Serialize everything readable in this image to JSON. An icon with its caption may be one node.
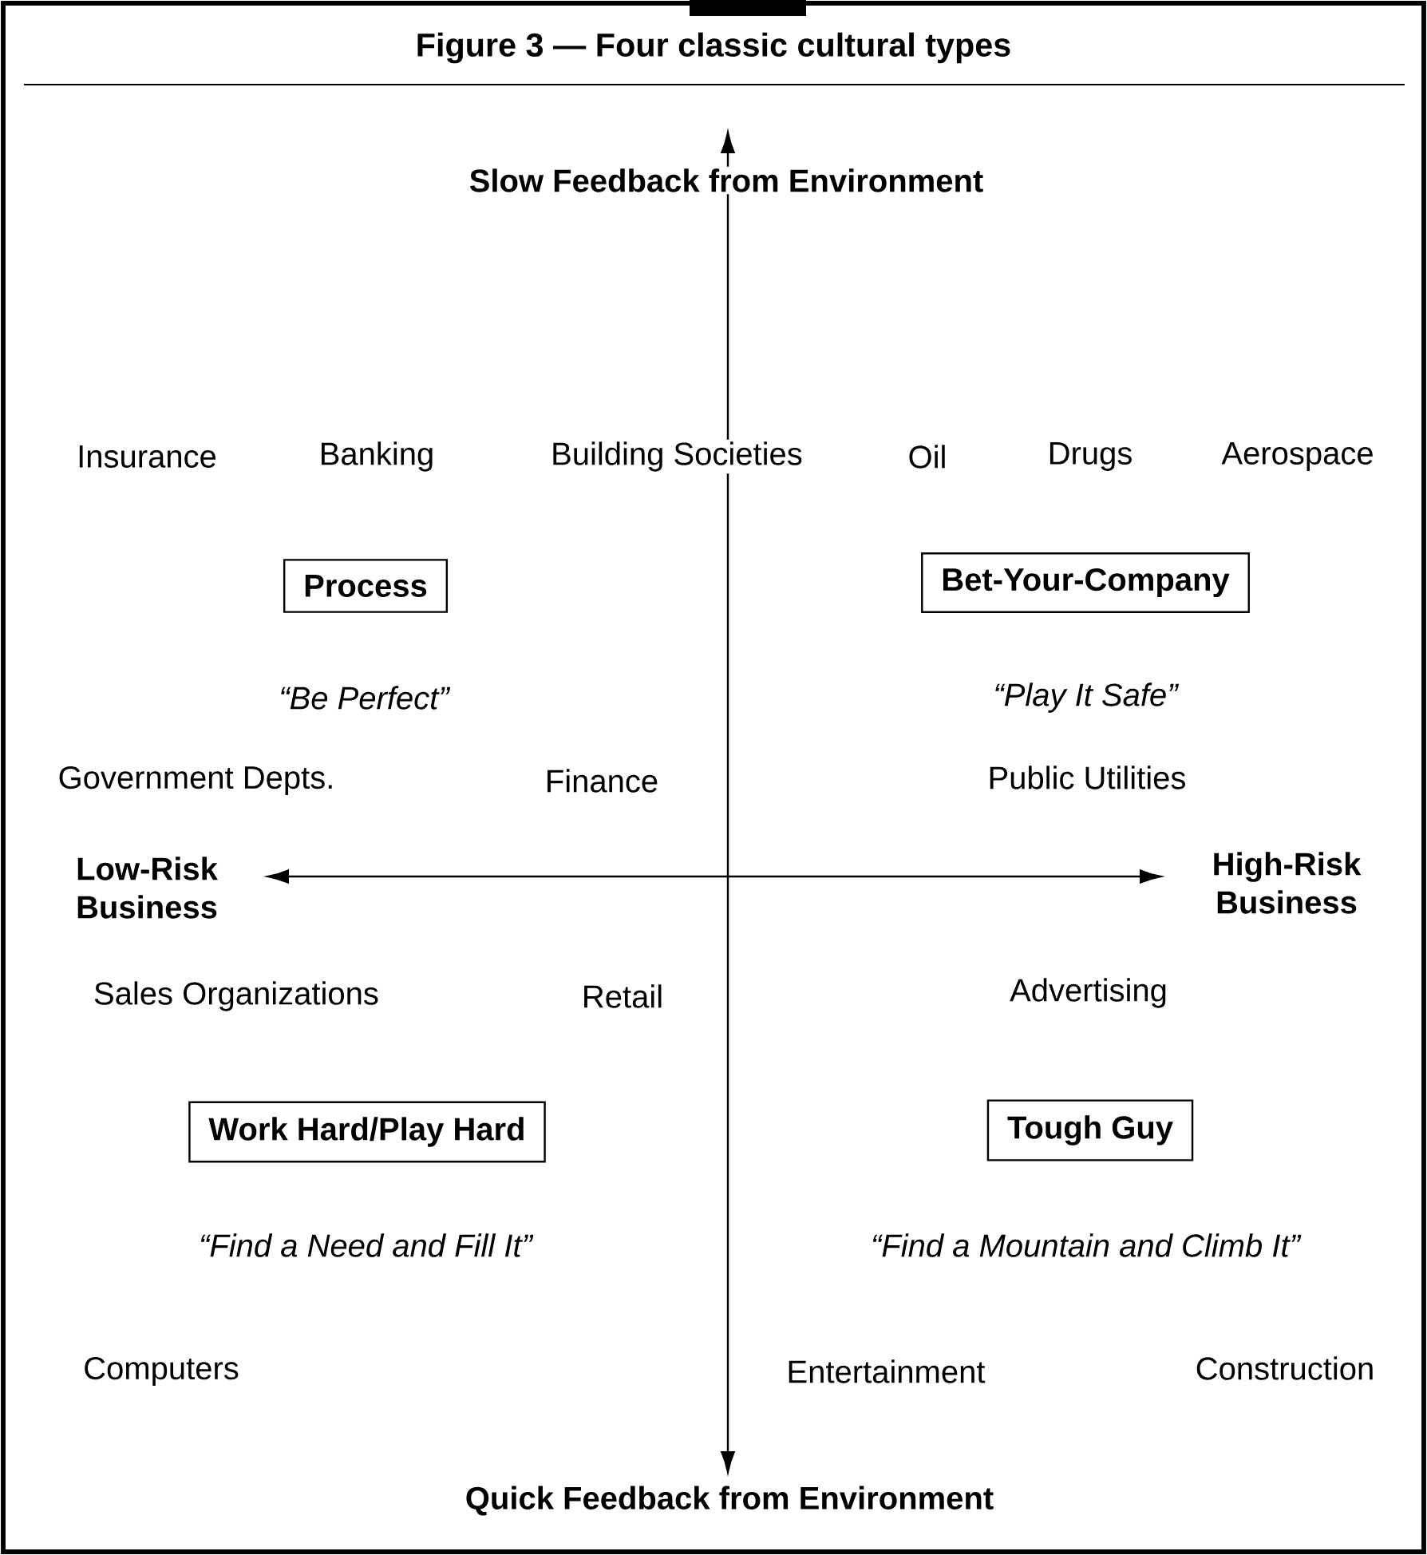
{
  "diagram": {
    "title": "Figure 3 — Four classic cultural types",
    "nodes": [
      {
        "text": [
          "Process"
        ],
        "beside": [
          "“Be Perfect”"
        ]
      },
      {
        "text": [
          "Bet-Your-Company"
        ],
        "beside": [
          "“Play It Safe”"
        ]
      },
      {
        "text": [
          "Work Hard/Play Hard"
        ],
        "beside": [
          "“Find a Need and Fill It”"
        ]
      },
      {
        "text": [
          "Tough Guy"
        ],
        "beside": [
          "“Find a Mountain and Climb It”"
        ]
      }
    ],
    "labels": [
      "Slow Feedback from Environment",
      "Insurance",
      "Banking",
      "Building Societies",
      "Oil",
      "Drugs",
      "Aerospace",
      "Government Depts.",
      "Finance",
      "Public Utilities",
      "Low-Risk Business",
      "High-Risk Business",
      "Sales Organizations",
      "Retail",
      "Advertising",
      "Computers",
      "Entertainment",
      "Construction",
      "Quick Feedback from Environment"
    ]
  }
}
